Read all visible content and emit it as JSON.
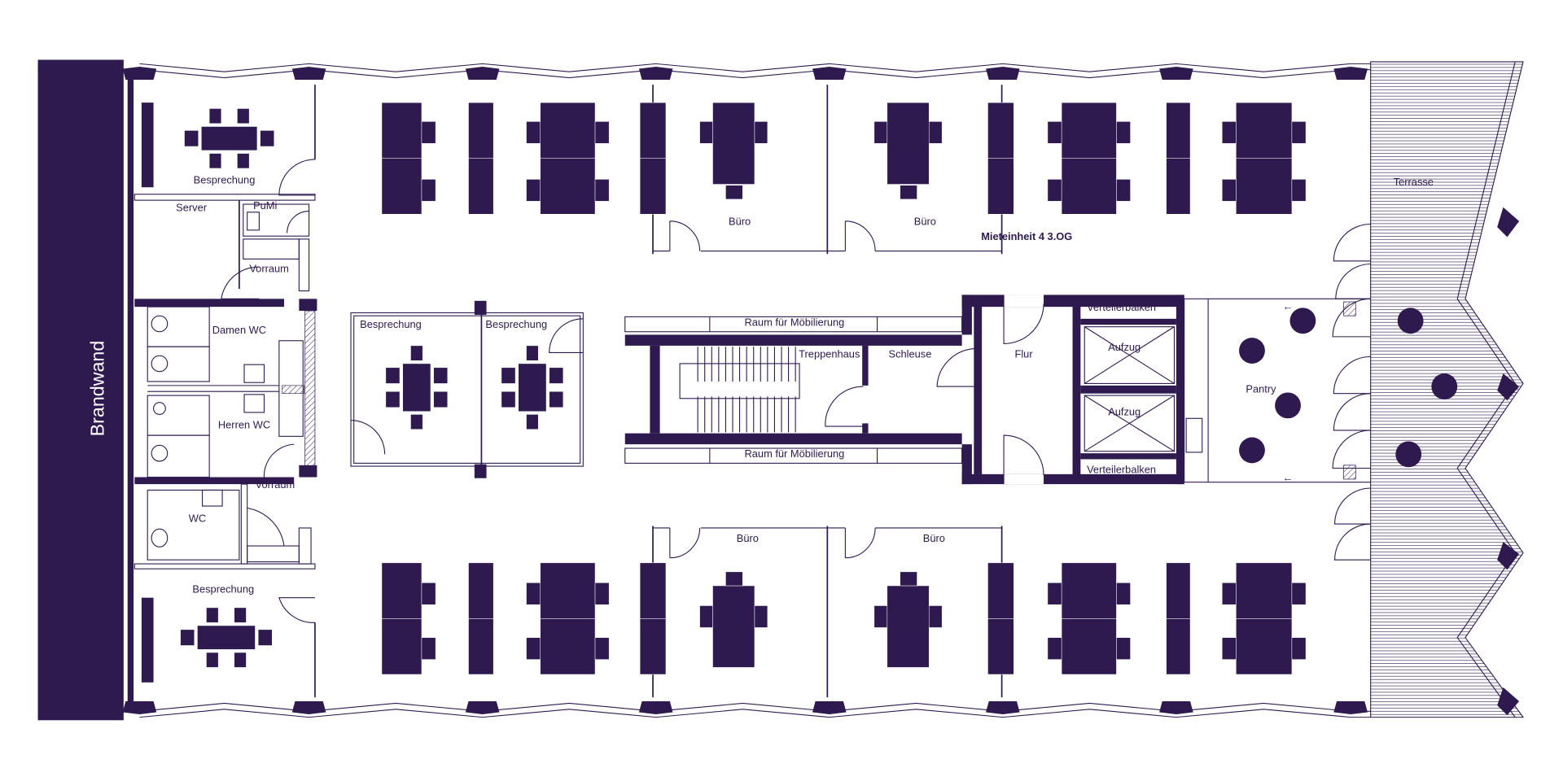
{
  "colors": {
    "ink": "#2e1a4f",
    "background": "#ffffff"
  },
  "plan": {
    "unit_title": "Mieteinheit 4 3.OG",
    "firewall": "Brandwand",
    "rooms": {
      "meeting_top_left": "Besprechung",
      "server": "Server",
      "pumi": "PuMi",
      "anteroom_top": "Vorraum",
      "ladies_wc": "Damen WC",
      "mens_wc": "Herren WC",
      "anteroom_bottom": "Vorraum",
      "wc": "WC",
      "meeting_bottom_left": "Besprechung",
      "meeting_center_left": "Besprechung",
      "meeting_center_right": "Besprechung",
      "furniture_room_top": "Raum für Möbilierung",
      "furniture_room_bottom": "Raum für Möbilierung",
      "stairwell": "Treppenhaus",
      "airlock": "Schleuse",
      "hallway": "Flur",
      "elevator_1": "Aufzug",
      "elevator_2": "Aufzug",
      "distribution_top": "Verteilerbalken",
      "distribution_bottom": "Verteilerbalken",
      "pantry": "Pantry",
      "terrace": "Terrasse",
      "office_top_1": "Büro",
      "office_top_2": "Büro",
      "office_bottom_1": "Büro",
      "office_bottom_2": "Büro"
    }
  }
}
